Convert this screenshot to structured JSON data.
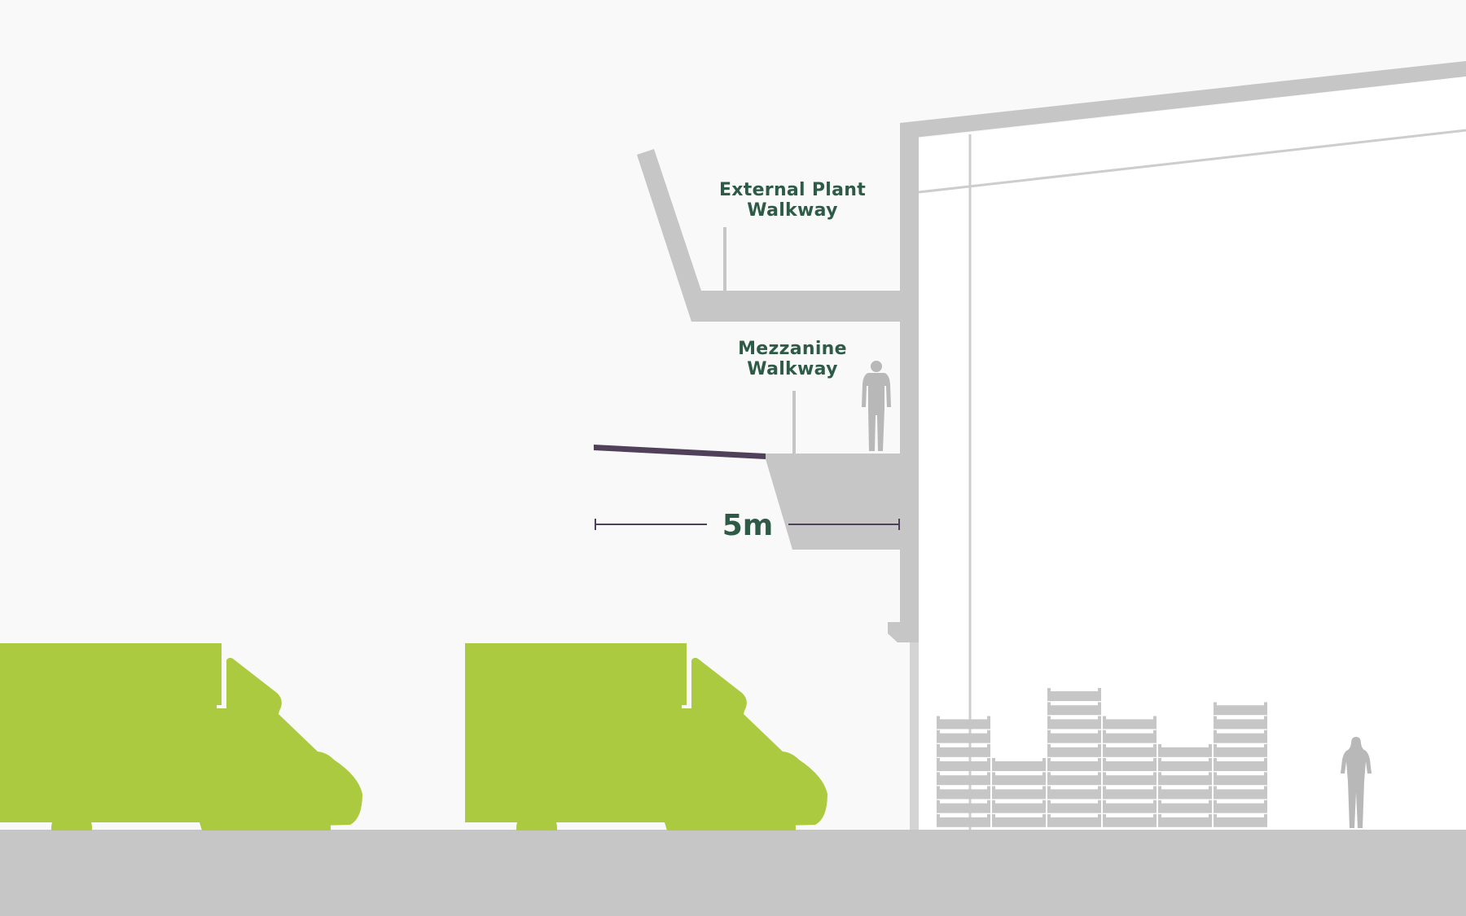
{
  "labels": {
    "external_walkway_line1": "External Plant",
    "external_walkway_line2": "Walkway",
    "mezzanine_line1": "Mezzanine",
    "mezzanine_line2": "Walkway",
    "dimension": "5m"
  },
  "colors": {
    "background": "#f9f9f9",
    "structure": "#c6c6c6",
    "interior": "#ffffff",
    "truck": "#abca40",
    "canopy": "#51405a",
    "label_text": "#2e5b48",
    "figure": "#b8b8b8"
  },
  "icons": {
    "trucks": "delivery-truck-icon",
    "people": "person-silhouette-icon",
    "crates": "stacked-crate-icon"
  }
}
